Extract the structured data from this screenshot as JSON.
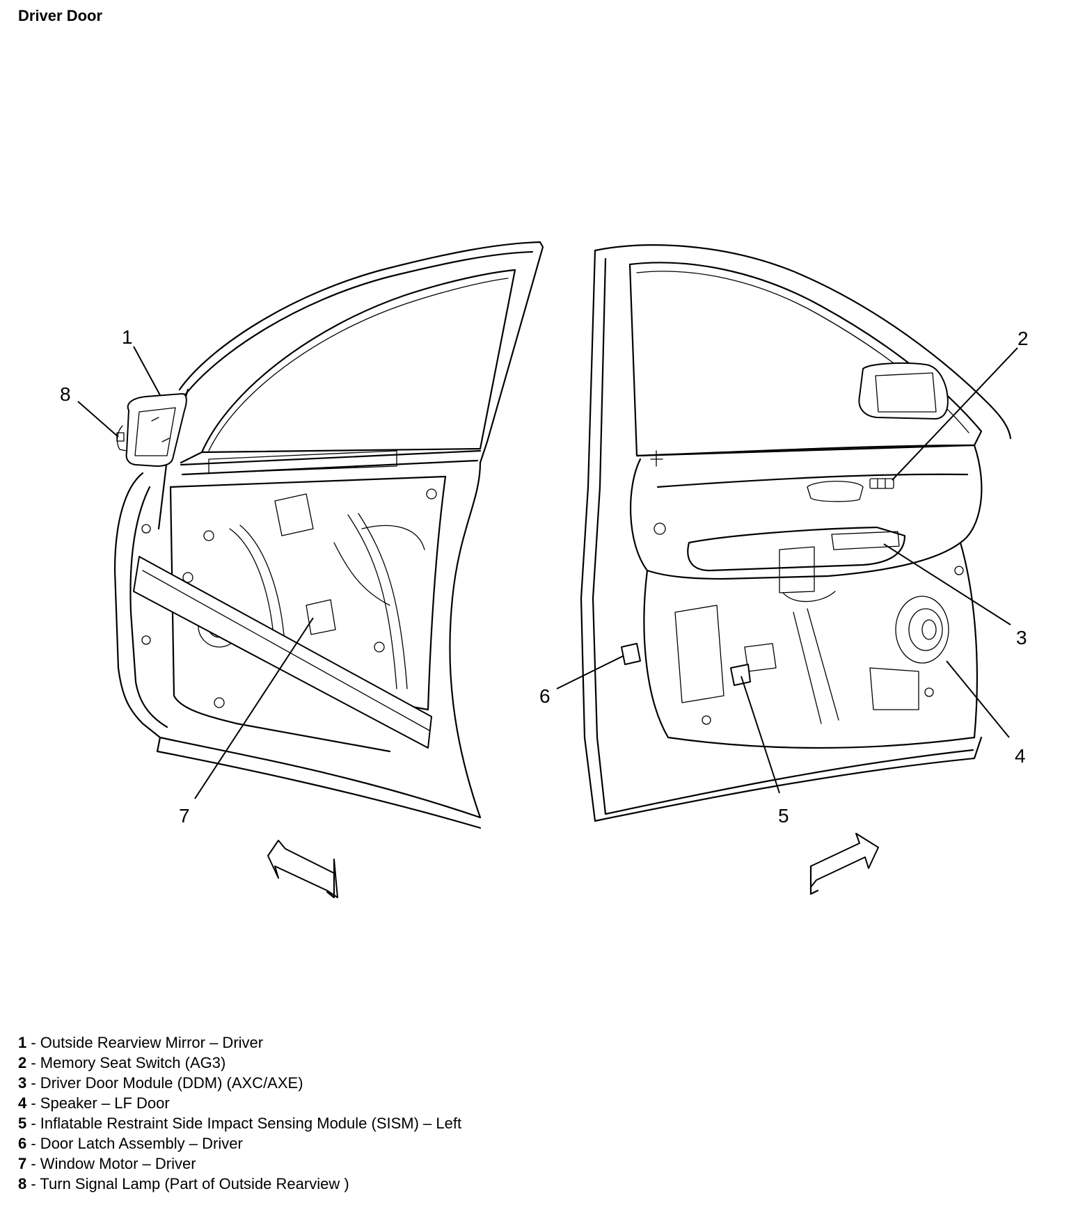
{
  "title": "Driver Door",
  "callouts": [
    "1",
    "2",
    "3",
    "4",
    "5",
    "6",
    "7",
    "8"
  ],
  "legend": [
    {
      "num": "1",
      "text": " - Outside Rearview Mirror – Driver"
    },
    {
      "num": "2",
      "text": " - Memory Seat Switch (AG3)"
    },
    {
      "num": "3",
      "text": " - Driver Door Module (DDM) (AXC/AXE)"
    },
    {
      "num": "4",
      "text": " - Speaker – LF Door"
    },
    {
      "num": "5",
      "text": " - Inflatable Restraint Side Impact Sensing Module (SISM) – Left"
    },
    {
      "num": "6",
      "text": " - Door Latch Assembly – Driver"
    },
    {
      "num": "7",
      "text": " - Window Motor – Driver"
    },
    {
      "num": "8",
      "text": " - Turn Signal Lamp (Part of Outside Rearview )"
    }
  ]
}
